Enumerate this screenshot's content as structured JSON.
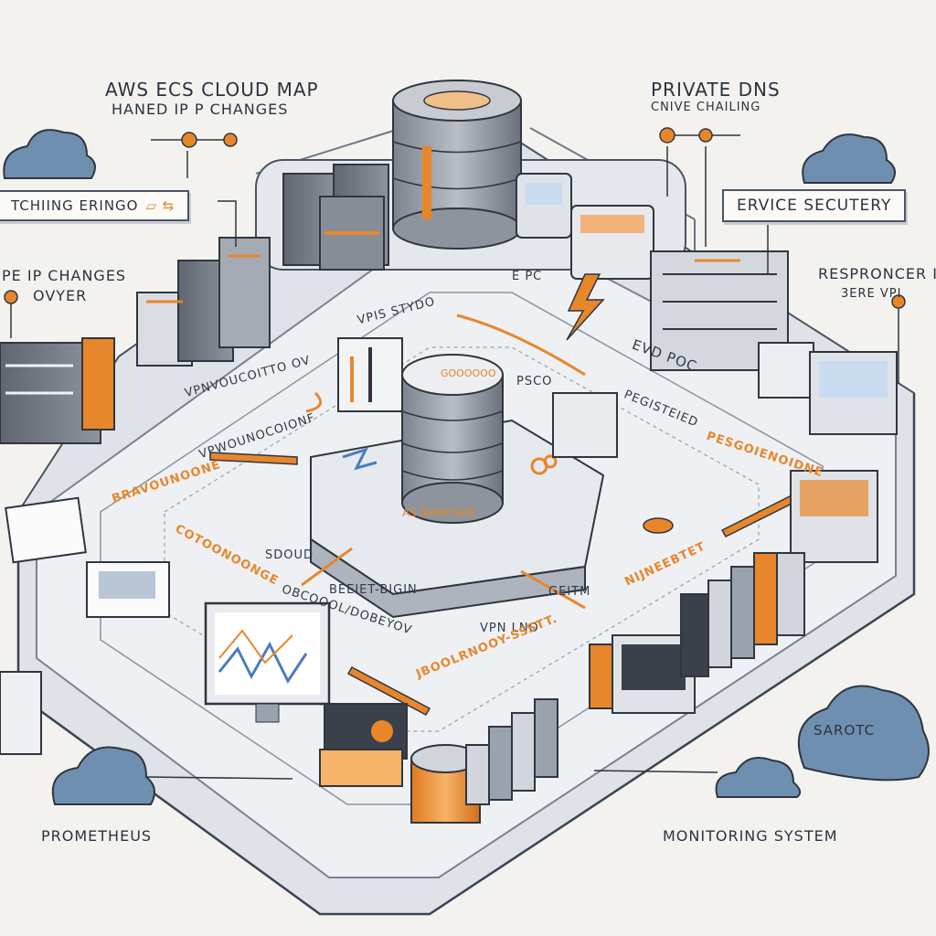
{
  "labels": {
    "aws_ecs_cloud_map": "AWS ECS CLOUD MAP",
    "handed_ip_changes": "HANED IP P CHANGES",
    "private_dns": "PRIVATE DNS",
    "cnive_challing": "CNIVE CHAILING",
    "service_security": "ERVICE SECUTERY",
    "chining_erings": "TCHIING ERINGO",
    "pe_ip_changes": "PE IP CHANGES",
    "ovyer": "OVYER",
    "responcer_iei": "RESPRONCER IEI",
    "serb_vp": "3ERE VPI",
    "vpc_stydo": "VPIS STYDO",
    "e_pc": "E PC",
    "vpc_services_left": "VPNVOUCOITTO OV",
    "vpc_scenario": "VPWOUNOCOIONF",
    "ps_label": "PSCO",
    "vpd_poc": "EVD POC",
    "registered": "PEGISTEIED",
    "cylinder_top": "GOOOOOO",
    "as_namespace": "AS NAMOSDE",
    "left_orange_1": "BRAVOUNOONE",
    "left_orange_2": "COTOONOONGE",
    "sdoud": "SDOUD",
    "service_region": "BEEIET-BIGIN",
    "bottom_small": "OBCOOOL/DOBEYOV",
    "vpn_line": "VPN LNO",
    "scitm": "GEITM",
    "vpn_sersity": "JBOOLRNOOY-SSSTT.",
    "right_orange_1": "PESGOIENOIDNE",
    "right_orange_2": "NIJNEEBTET",
    "cloud_right": "SAROTC",
    "prometheus": "PROMETHEUS",
    "monitoring_system": "MONITORING SYSTEM"
  },
  "icon_names": [
    "cloud-icon",
    "server-rack-icon",
    "database-icon",
    "monitor-icon",
    "lightning-icon",
    "pen-icon"
  ],
  "colors": {
    "accent": "#e8862b",
    "ink": "#2b3340",
    "cloud": "#6f8fb0",
    "server": "#6b727c",
    "platform": "#d9dde3"
  }
}
